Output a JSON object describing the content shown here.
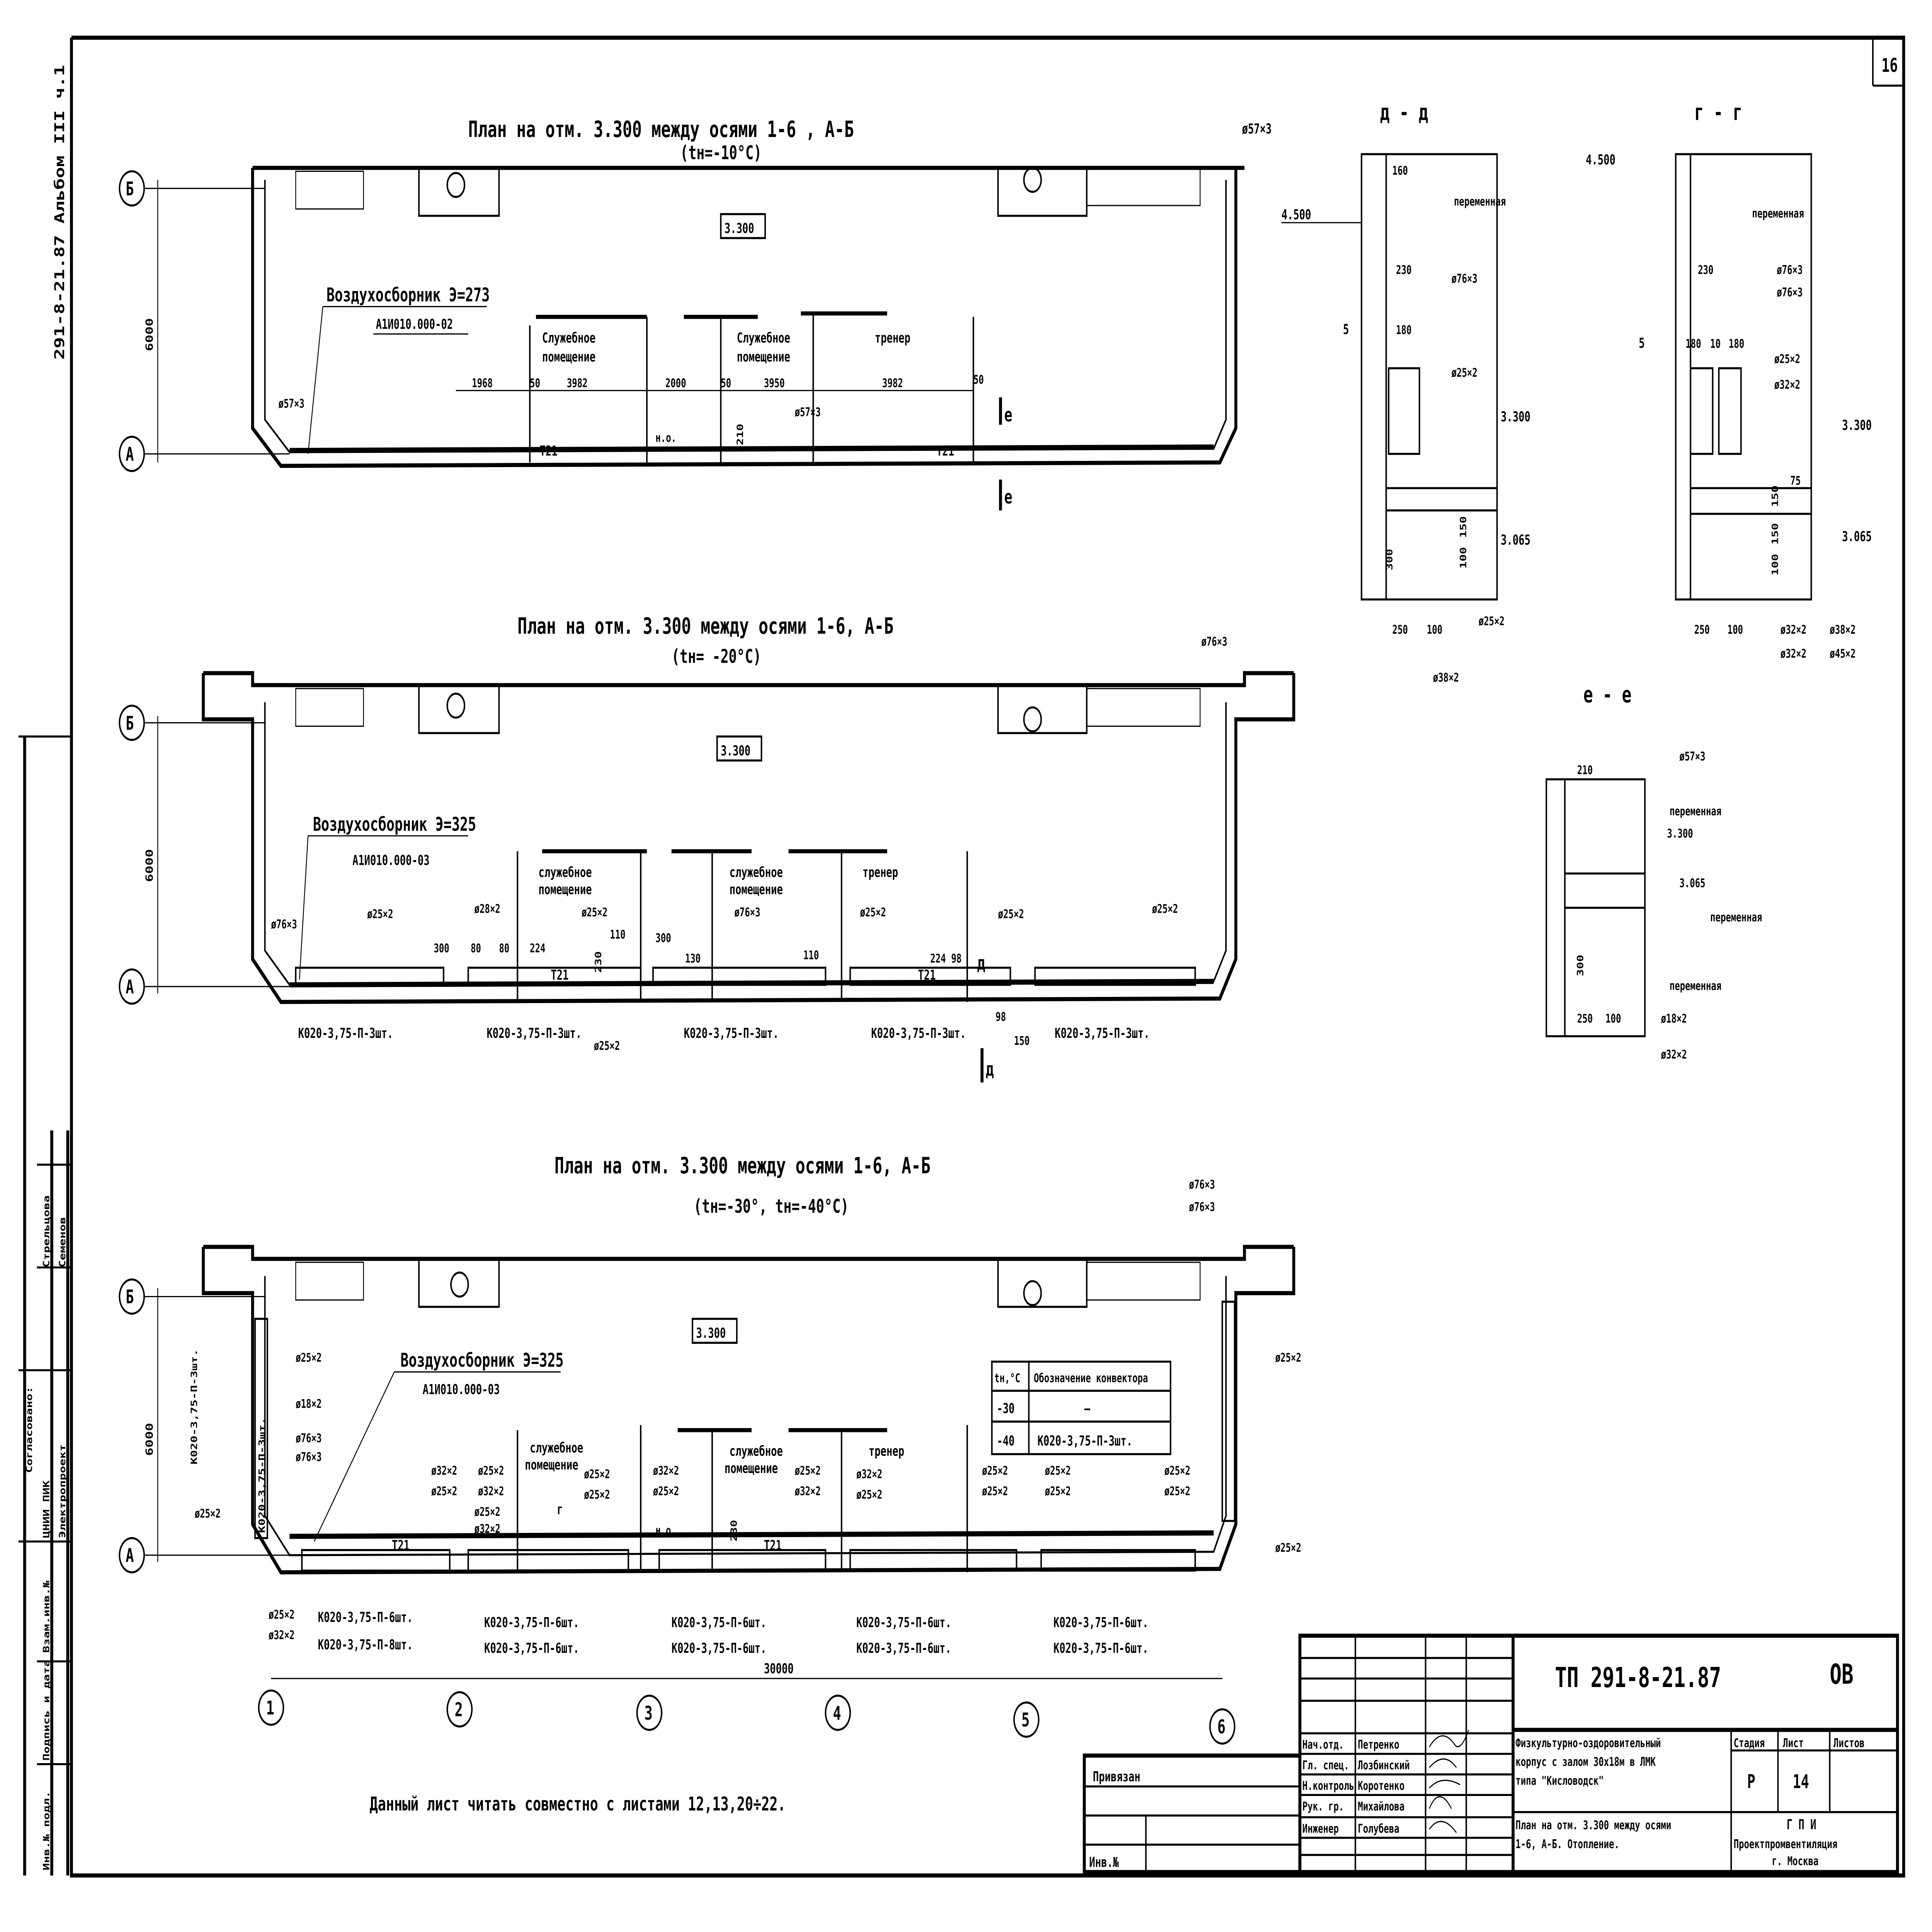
{
  "sheet_number": "16",
  "album_code": "291-8-21.87 Альбом III ч.1",
  "left_stamp": {
    "agreed": "Согласовано:",
    "org1": "ЦНИИ ПИК",
    "org2": "Электропроект",
    "name1": "Стрельцова",
    "name2": "Семенов",
    "inv_orig": "Инв.№ подл.",
    "sign_date": "Подпись и дата",
    "replace_inv": "Взам.инв.№"
  },
  "plan1": {
    "title": "План на отм. 3.300 между осями 1-6 , А-Б",
    "temp": "(tн=-10°С)",
    "elevation": "3.300",
    "span": "6000",
    "axis_b": "Б",
    "axis_a": "А",
    "air_collector": "Воздухосборник Э=273",
    "air_code": "А1И010.000-02",
    "room1": [
      "Служебное",
      "помещение"
    ],
    "room2": [
      "Служебное",
      "помещение"
    ],
    "room3": "тренер",
    "dims": [
      "1968",
      "50",
      "3982",
      "2000",
      "50",
      "3950",
      "3982",
      "50"
    ],
    "pipe_top": "ø57×3",
    "pipe_left": "ø57×3",
    "pipe_mid": "ø57×3",
    "t21": "Т21",
    "no": "н.о.",
    "d210": "210",
    "section": "е"
  },
  "plan2": {
    "title": "План на отм. 3.300 между осями 1-6, А-Б",
    "temp": "(tн= -20°С)",
    "elevation": "3.300",
    "span": "6000",
    "axis_b": "Б",
    "axis_a": "А",
    "air_collector": "Воздухосборник Э=325",
    "air_code": "А1И010.000-03",
    "room1": [
      "служебное",
      "помещение"
    ],
    "room2": [
      "служебное",
      "помещение"
    ],
    "room3": "тренер",
    "pipe_top": "ø76×3",
    "pipe_left": "ø76×3",
    "pipes": [
      "ø25×2",
      "ø28×2",
      "ø25×2",
      "ø76×3",
      "ø25×2",
      "ø25×2",
      "ø25×2",
      "ø25×2"
    ],
    "dims": [
      "300",
      "80",
      "80",
      "224",
      "230",
      "110",
      "300",
      "130",
      "110",
      "224",
      "98",
      "98",
      "150"
    ],
    "t21": "Т21",
    "convectors": [
      "К020-3,75-П-3шт.",
      "К020-3,75-П-3шт.",
      "К020-3,75-П-3шт.",
      "К020-3,75-П-3шт.",
      "К020-3,75-П-3шт."
    ],
    "section": "д"
  },
  "plan3": {
    "title": "План на отм. 3.300 между осями 1-6, А-Б",
    "temp": "(tн=-30°, tн=-40°С)",
    "elevation": "3.300",
    "span": "6000",
    "axis_b": "Б",
    "axis_a": "А",
    "pipe_top": [
      "ø76×3",
      "ø76×3"
    ],
    "air_collector": "Воздухосборник Э=325",
    "air_code": "А1И010.000-03",
    "room1": [
      "служебное",
      "помещение"
    ],
    "room2": [
      "служебное",
      "помещение"
    ],
    "room3": "тренер",
    "left_labels": [
      "ø25×2",
      "ø18×2",
      "ø76×3",
      "ø76×3",
      "ø25×2"
    ],
    "left_convector": "К020-3,75-П-3шт.",
    "right_labels": [
      "ø25×2",
      "ø25×2"
    ],
    "riser_labels": [
      [
        "ø32×2",
        "ø25×2"
      ],
      [
        "ø25×2",
        "ø32×2"
      ],
      [
        "ø25×2",
        "ø25×2"
      ],
      [
        "ø32×2",
        "ø25×2"
      ],
      [
        "ø25×2",
        "ø32×2"
      ],
      [
        "ø32×2",
        "ø25×2"
      ],
      [
        "ø25×2",
        "ø25×2"
      ],
      [
        "ø25×2",
        "ø25×2"
      ],
      [
        "ø25×2",
        "ø25×2"
      ],
      [
        "ø25×2",
        "ø32×2"
      ]
    ],
    "bottom_left": [
      "ø25×2",
      "ø32×2"
    ],
    "section": "г",
    "t21": "Т21",
    "no": "н.о.",
    "d230": "230",
    "table": {
      "head": [
        "tн,°С",
        "Обозначение конвектора"
      ],
      "rows": [
        [
          "-30",
          "—"
        ],
        [
          "-40",
          "К020-3,75-П-3шт."
        ]
      ]
    },
    "convectors": [
      [
        "К020-3,75-П-6шт.",
        "К020-3,75-П-8шт."
      ],
      [
        "К020-3,75-П-6шт.",
        "К020-3,75-П-6шт."
      ],
      [
        "К020-3,75-П-6шт.",
        "К020-3,75-П-6шт."
      ],
      [
        "К020-3,75-П-6шт.",
        "К020-3,75-П-6шт."
      ],
      [
        "К020-3,75-П-6шт.",
        "К020-3,75-П-6шт."
      ]
    ],
    "total": "30000",
    "axes": [
      "1",
      "2",
      "3",
      "4",
      "5",
      "6"
    ]
  },
  "sections": {
    "dd": {
      "title": "д - д",
      "labels": [
        "160",
        "230",
        "180",
        "5",
        "300",
        "150",
        "100",
        "250",
        "100",
        "4.500",
        "3.300",
        "3.065"
      ],
      "variable": "переменная",
      "pipes": [
        "ø76×3",
        "ø25×2",
        "ø25×2",
        "ø38×2"
      ]
    },
    "gg": {
      "title": "г - г",
      "labels": [
        "4.500",
        "230",
        "5",
        "180",
        "10",
        "180",
        "75",
        "150",
        "150",
        "100",
        "250",
        "100",
        "3.300",
        "3.065"
      ],
      "variable": "переменная",
      "pipes": [
        "ø76×3",
        "ø76×3",
        "ø25×2",
        "ø32×2",
        "ø32×2",
        "ø32×2",
        "ø38×2",
        "ø45×2"
      ]
    },
    "ee": {
      "title": "е - е",
      "labels": [
        "210",
        "3.300",
        "3.065",
        "300",
        "250",
        "100"
      ],
      "variable": [
        "переменная",
        "переменная",
        "переменная"
      ],
      "pipes": [
        "ø57×3",
        "ø18×2",
        "ø32×2"
      ]
    }
  },
  "note": "Данный лист читать совместно с листами 12,13,20÷22.",
  "title_block": {
    "code": "ТП   291-8-21.87",
    "mark": "ОВ",
    "linked": "Привязан",
    "inv": "Инв.№",
    "staff": [
      {
        "role": "Нач.отд.",
        "name": "Петренко"
      },
      {
        "role": "Гл. спец.",
        "name": "Лозбинский"
      },
      {
        "role": "Н.контроль",
        "name": "Коротенко"
      },
      {
        "role": "Рук. гр.",
        "name": "Михайлова"
      },
      {
        "role": "Инженер",
        "name": "Голубева"
      }
    ],
    "project": [
      "Физкультурно-оздоровительный",
      "корпус с залом 30х18м в ЛМК",
      "типа \"Кисловодск\""
    ],
    "sheet_title": [
      "План на отм. 3.300 между осями",
      "1-6, А-Б.  Отопление."
    ],
    "stage_h": "Стадия",
    "sheet_h": "Лист",
    "sheets_h": "Листов",
    "stage": "Р",
    "sheet": "14",
    "sheets": "",
    "org": [
      "Г П И",
      "Проектпромвентиляция",
      "г. Москва"
    ]
  }
}
